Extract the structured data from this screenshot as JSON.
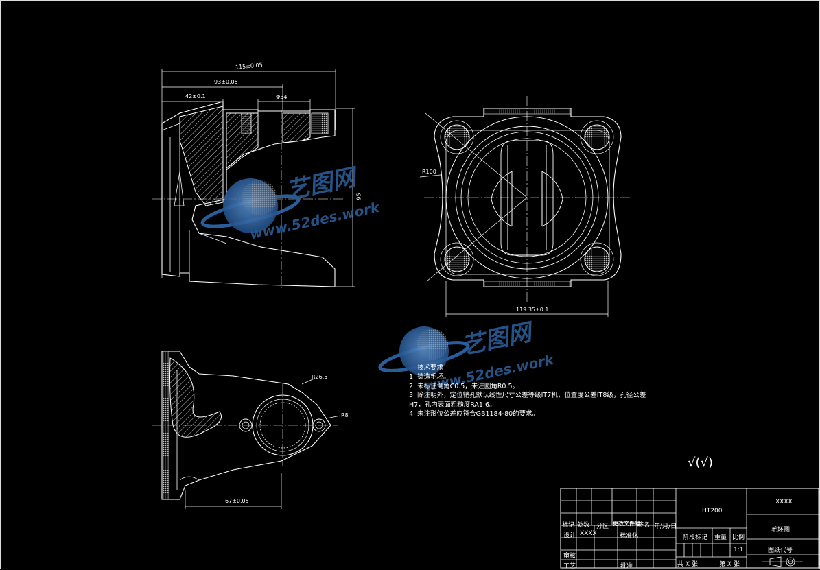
{
  "drawing": {
    "dimensions": {
      "overall_length": "115±0.05",
      "length_2": "93±0.05",
      "length_3": "42±0.1",
      "length_4": "Φ34",
      "width_bottom": "119.35±0.1",
      "radius_r100": "R100",
      "radius_r26_5": "R26.5",
      "radius_r8": "R8",
      "bottom_dim": "67±0.05",
      "vertical_dim": "95"
    },
    "technical_requirements": {
      "heading": "技术要求",
      "items": [
        "1. 铸造毛坯。",
        "2. 未标注倒角C0.5，未注圆角R0.5。",
        "3. 除注明外，定位销孔默认线性尺寸公差等级IT7机，位置度公差IT8级，孔径公差",
        "H7，孔内表面粗糙度RA1.6。",
        "4. 未注形位公差应符合GB1184-80的要求。"
      ]
    },
    "roughness_symbol": "√(√)",
    "watermark": {
      "brand": "艺图网",
      "url": "www.52des.work"
    }
  },
  "title_block": {
    "material": "HT200",
    "company": "XXXX",
    "drawing_name": "毛坯图",
    "drawing_code_label": "图纸代号",
    "stage_label": "阶段标记",
    "weight_label": "重量",
    "scale_label": "比例",
    "scale_value": "1:1",
    "sheets_total": "共  X  张",
    "sheet_no": "第  X  张",
    "row_labels": {
      "mark": "标记",
      "count": "处数",
      "zone": "分区",
      "change_doc": "更改文件号",
      "sign": "签名",
      "date": "年/月/日",
      "design": "设计",
      "designer": "XXXX",
      "standardize": "标准化",
      "review": "审核",
      "process": "工艺",
      "approve": "批准"
    }
  }
}
